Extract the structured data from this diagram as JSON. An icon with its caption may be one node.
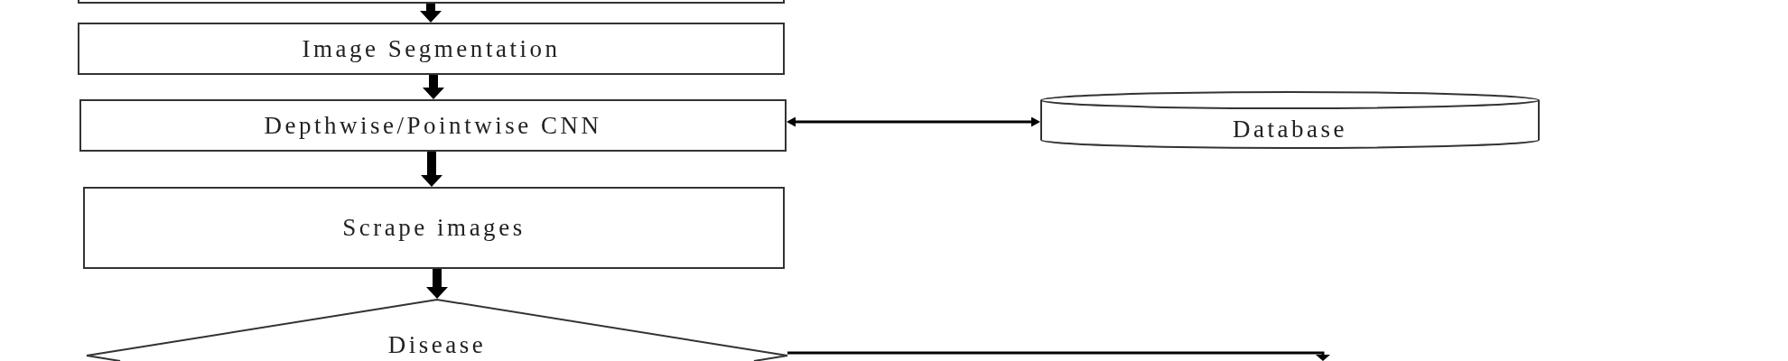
{
  "diagram": {
    "nodes": [
      {
        "text": [],
        "shape": "box"
      },
      {
        "text": [
          "Image Segmentation"
        ]
      },
      {
        "text": [
          "Depthwise/Pointwise CNN"
        ]
      },
      {
        "text": [
          "Database"
        ]
      },
      {
        "text": [
          "Scrape images"
        ]
      },
      {
        "text": [
          "Disease"
        ]
      }
    ],
    "edges": [
      {
        "from": 0,
        "to": 1,
        "arrow": "to"
      },
      {
        "from": 1,
        "to": 2,
        "arrow": "to"
      },
      {
        "from": 2,
        "to": 3,
        "arrow": "both"
      },
      {
        "from": 2,
        "to": 4,
        "arrow": "to"
      },
      {
        "from": 4,
        "to": 5,
        "arrow": "to"
      },
      {
        "from": 5,
        "to": null,
        "arrow": "to"
      }
    ]
  }
}
